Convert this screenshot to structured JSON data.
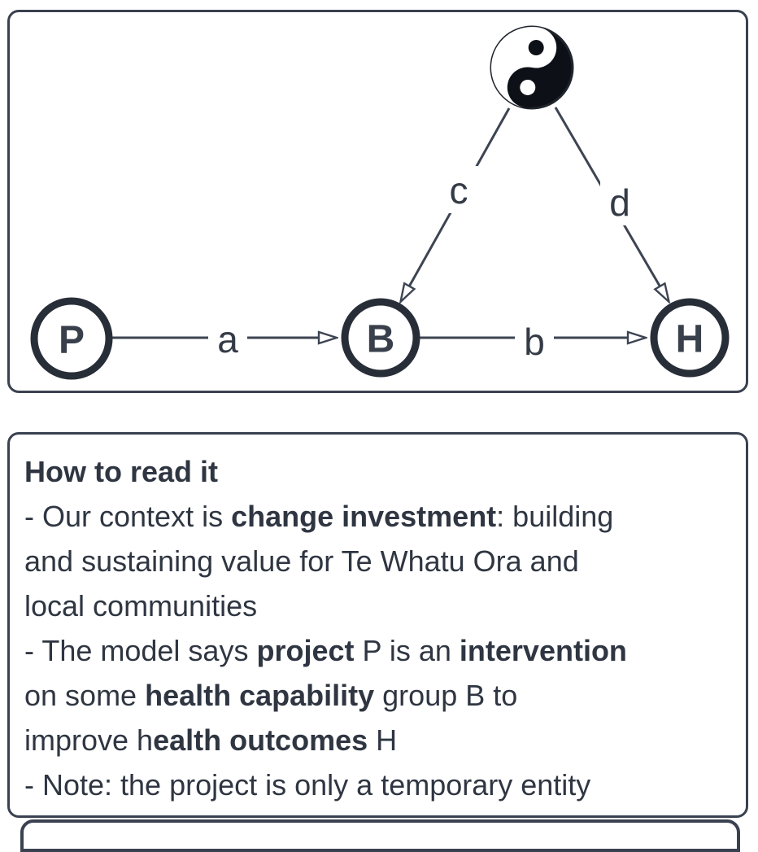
{
  "diagram": {
    "nodes": [
      {
        "label": "P"
      },
      {
        "label": "B"
      },
      {
        "label": "H"
      }
    ],
    "edges": [
      {
        "from": "P",
        "to": "B",
        "label": "a"
      },
      {
        "from": "B",
        "to": "H",
        "label": "b"
      },
      {
        "from": "yin-yang",
        "to": "B",
        "label": "c"
      },
      {
        "from": "yin-yang",
        "to": "H",
        "label": "d"
      }
    ],
    "symbol": "yin-yang"
  },
  "legend": {
    "title": "How to read it",
    "lines": [
      [
        {
          "text": "- Our context is "
        },
        {
          "text": "change investment",
          "bold": true
        },
        {
          "text": ": building"
        }
      ],
      [
        {
          "text": "and sustaining value for Te Whatu Ora and"
        }
      ],
      [
        {
          "text": "local communities"
        }
      ],
      [
        {
          "text": "- The model says "
        },
        {
          "text": "project",
          "bold": true
        },
        {
          "text": " P is an "
        },
        {
          "text": "intervention",
          "bold": true
        }
      ],
      [
        {
          "text": "on some "
        },
        {
          "text": "health capability",
          "bold": true
        },
        {
          "text": " group B to"
        }
      ],
      [
        {
          "text": "improve h"
        },
        {
          "text": "ealth outcomes",
          "bold": true
        },
        {
          "text": " H"
        }
      ],
      [
        {
          "text": "- Note: the project is only a temporary entity"
        }
      ]
    ]
  },
  "colors": {
    "panel_border": "#3a4150",
    "node_stroke": "#282e38",
    "edge_stroke": "#3d4452",
    "text": "#2f3642",
    "yin_yang_fill": "#0d1117"
  }
}
